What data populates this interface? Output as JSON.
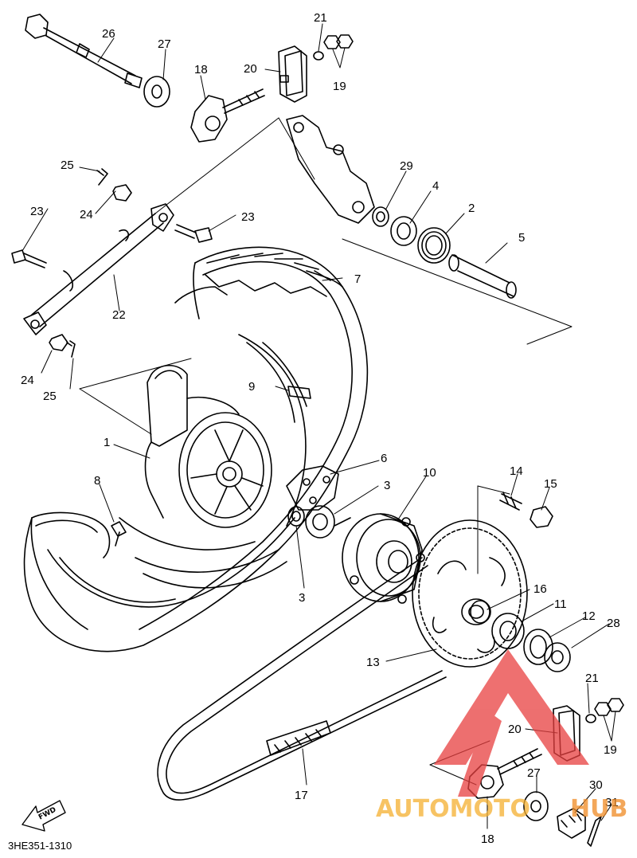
{
  "diagram": {
    "code": "3HE351-1310",
    "fwd_label": "FWD",
    "labels": [
      "1",
      "2",
      "3",
      "3",
      "4",
      "5",
      "6",
      "7",
      "8",
      "9",
      "10",
      "11",
      "12",
      "13",
      "14",
      "15",
      "16",
      "17",
      "18",
      "18",
      "19",
      "19",
      "20",
      "20",
      "21",
      "21",
      "22",
      "23",
      "23",
      "24",
      "24",
      "25",
      "25",
      "26",
      "27",
      "27",
      "28",
      "29",
      "30",
      "31"
    ]
  },
  "watermark": {
    "text_left": "AUTOMOTO",
    "text_right": "HUB",
    "color_left": "#f5b030",
    "color_right": "#f08a24",
    "triangle_color": "#e84040"
  }
}
